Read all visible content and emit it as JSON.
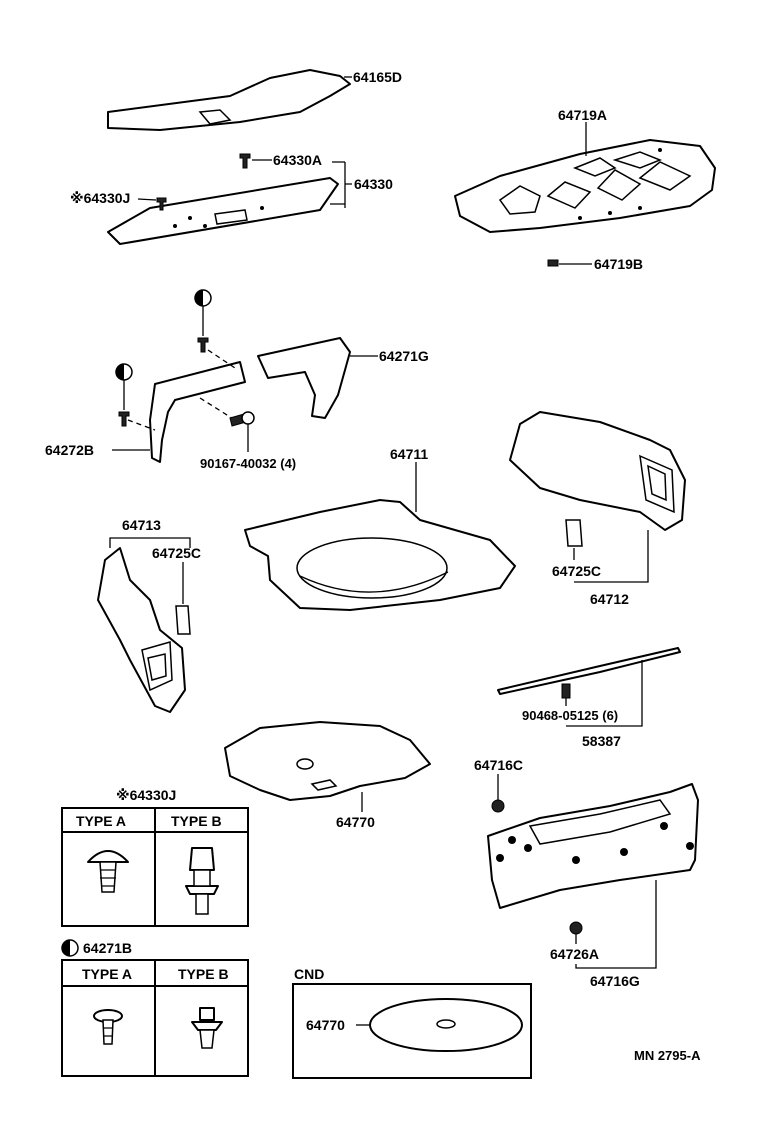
{
  "labels": {
    "p64165D": "64165D",
    "p64330A": "64330A",
    "p64330": "64330",
    "p64330J": "※64330J",
    "p64719A": "64719A",
    "p64719B": "64719B",
    "p64271G": "64271G",
    "p64272B": "64272B",
    "p90167": "90167-40032 (4)",
    "p64711": "64711",
    "p64713": "64713",
    "p64725C_left": "64725C",
    "p64725C_right": "64725C",
    "p64712": "64712",
    "p90468": "90468-05125 (6)",
    "p58387": "58387",
    "p64716C": "64716C",
    "p64770": "64770",
    "p64726A": "64726A",
    "p64716G": "64716G",
    "p64770_cnd": "64770",
    "cnd": "CND",
    "ref": "MN 2795-A"
  },
  "clip_table_1": {
    "title": "※64330J",
    "type_a": "TYPE A",
    "type_b": "TYPE B"
  },
  "clip_table_2": {
    "title": "64271B",
    "type_a": "TYPE A",
    "type_b": "TYPE B"
  }
}
